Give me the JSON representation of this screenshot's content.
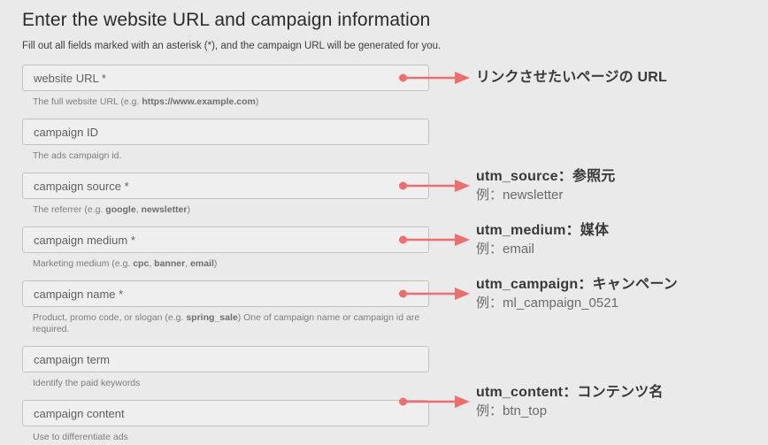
{
  "colors": {
    "arrow": "#ec6e6e",
    "background": "#eaeaea"
  },
  "header": {
    "title": "Enter the website URL and campaign information",
    "subtitle": "Fill out all fields marked with an asterisk (*), and the campaign URL will be generated for you."
  },
  "form": {
    "fields": [
      {
        "label": "website URL *",
        "helper": [
          {
            "t": "The full website URL (e.g. ",
            "b": false
          },
          {
            "t": "https://www.example.com",
            "b": true
          },
          {
            "t": ")",
            "b": false
          }
        ]
      },
      {
        "label": "campaign ID",
        "helper": [
          {
            "t": "The ads campaign id.",
            "b": false
          }
        ]
      },
      {
        "label": "campaign source *",
        "helper": [
          {
            "t": "The referrer (e.g. ",
            "b": false
          },
          {
            "t": "google",
            "b": true
          },
          {
            "t": ", ",
            "b": false
          },
          {
            "t": "newsletter",
            "b": true
          },
          {
            "t": ")",
            "b": false
          }
        ]
      },
      {
        "label": "campaign medium *",
        "helper": [
          {
            "t": "Marketing medium (e.g. ",
            "b": false
          },
          {
            "t": "cpc",
            "b": true
          },
          {
            "t": ", ",
            "b": false
          },
          {
            "t": "banner",
            "b": true
          },
          {
            "t": ", ",
            "b": false
          },
          {
            "t": "email",
            "b": true
          },
          {
            "t": ")",
            "b": false
          }
        ]
      },
      {
        "label": "campaign name *",
        "helper": [
          {
            "t": "Product, promo code, or slogan (e.g. ",
            "b": false
          },
          {
            "t": "spring_sale",
            "b": true
          },
          {
            "t": ") One of campaign name or campaign id are required.",
            "b": false
          }
        ]
      },
      {
        "label": "campaign term",
        "helper": [
          {
            "t": "Identify the paid keywords",
            "b": false
          }
        ]
      },
      {
        "label": "campaign content",
        "helper": [
          {
            "t": "Use to differentiate ads",
            "b": false
          }
        ]
      }
    ]
  },
  "annotations": [
    {
      "title": "リンクさせたいページの URL"
    },
    {
      "title": "utm_source：参照元",
      "example": "例：newsletter"
    },
    {
      "title": "utm_medium：媒体",
      "example": "例：email"
    },
    {
      "title": "utm_campaign：キャンペーン",
      "example": "例：ml_campaign_0521"
    },
    {
      "title": "utm_content：コンテンツ名",
      "example": "例：btn_top"
    }
  ]
}
